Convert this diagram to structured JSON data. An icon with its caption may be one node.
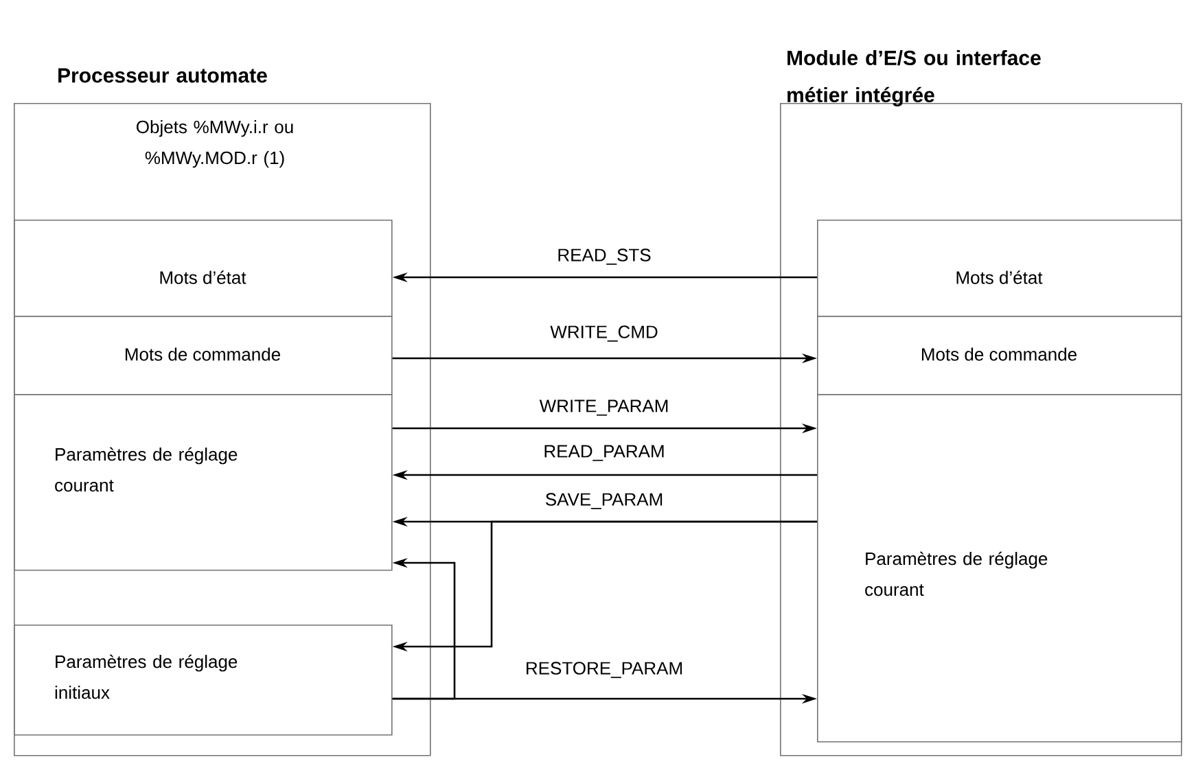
{
  "diagram": {
    "nodes": [
      {
        "text": [
          "Processeur automate",
          "Objets %MWy.i.r ou %MWy.MOD.r (1)"
        ]
      },
      {
        "text": [
          "Mots d’état"
        ],
        "in": 0
      },
      {
        "text": [
          "Mots de commande"
        ],
        "in": 0
      },
      {
        "text": [
          "Paramètres de réglage courant"
        ],
        "in": 0
      },
      {
        "text": [
          "Paramètres de réglage initiaux"
        ],
        "in": 0
      },
      {
        "text": [
          "Module d’E/S ou interface métier intégrée"
        ]
      },
      {
        "text": [
          "Mots d’état"
        ],
        "in": 5
      },
      {
        "text": [
          "Mots de commande"
        ],
        "in": 5
      },
      {
        "text": [
          "Paramètres de réglage courant"
        ],
        "in": 5
      }
    ],
    "edges": [
      {
        "from": 6,
        "to": 1,
        "arrow": "to",
        "label": "READ_STS"
      },
      {
        "from": 2,
        "to": 7,
        "arrow": "to",
        "label": "WRITE_CMD"
      },
      {
        "from": 3,
        "to": 8,
        "arrow": "to",
        "label": "WRITE_PARAM"
      },
      {
        "from": 8,
        "to": 3,
        "arrow": "to",
        "label": "READ_PARAM"
      },
      {
        "from": 8,
        "to": 3,
        "arrow": "to",
        "label": "SAVE_PARAM"
      },
      {
        "from": 8,
        "to": 4,
        "arrow": "to"
      },
      {
        "from": 4,
        "to": 8,
        "arrow": "to",
        "label": "RESTORE_PARAM"
      },
      {
        "from": 4,
        "to": 3,
        "arrow": "to"
      }
    ]
  }
}
